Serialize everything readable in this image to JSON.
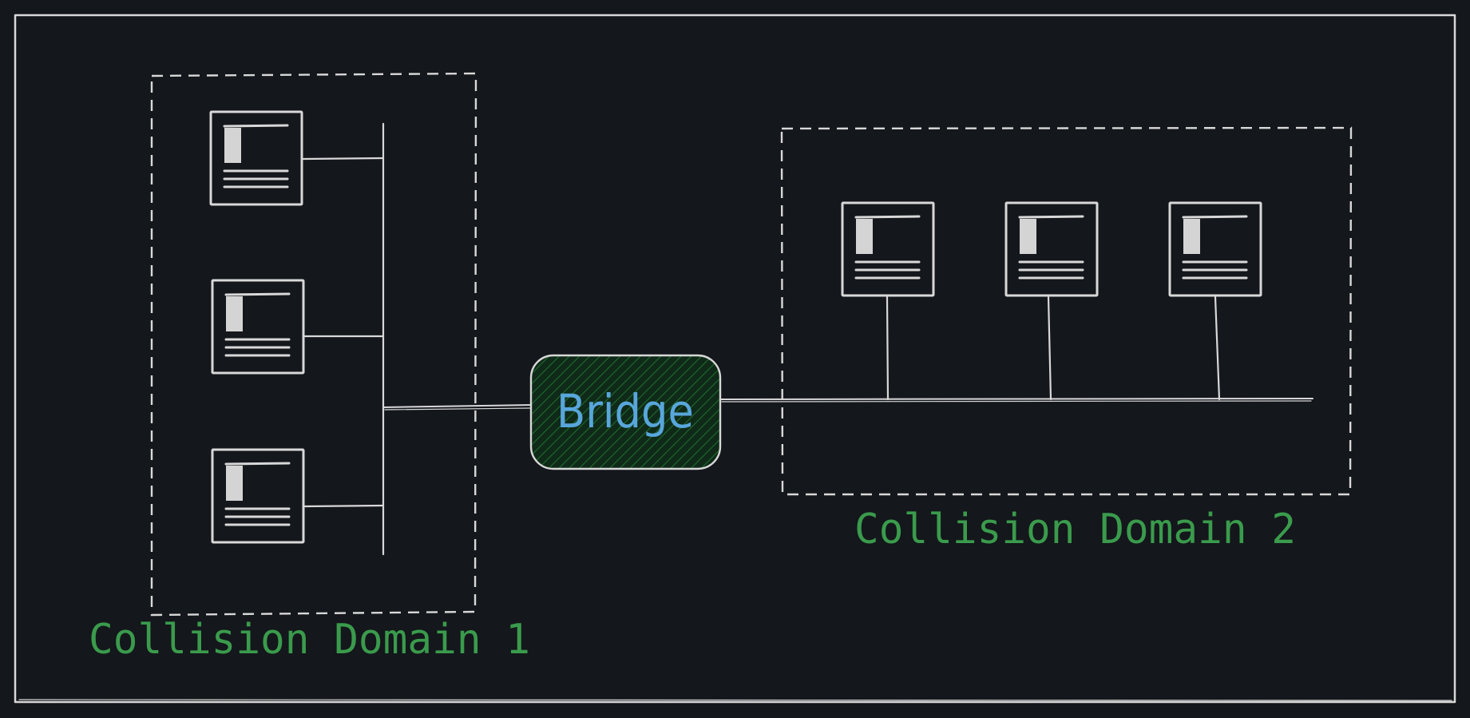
{
  "diagram": {
    "domain1_label": "Collision Domain 1",
    "domain2_label": "Collision Domain 2",
    "bridge_label": "Bridge",
    "domain1_hosts": 3,
    "domain2_hosts": 3,
    "icons": [
      "computer-icon"
    ]
  },
  "colors": {
    "background": "#14171b",
    "stroke": "#d8d8d8",
    "label_green": "#3a9b4c",
    "bridge_text": "#58a6dc",
    "bridge_fill": "#0f2a18",
    "bridge_hatch": "#1f6a2e"
  }
}
